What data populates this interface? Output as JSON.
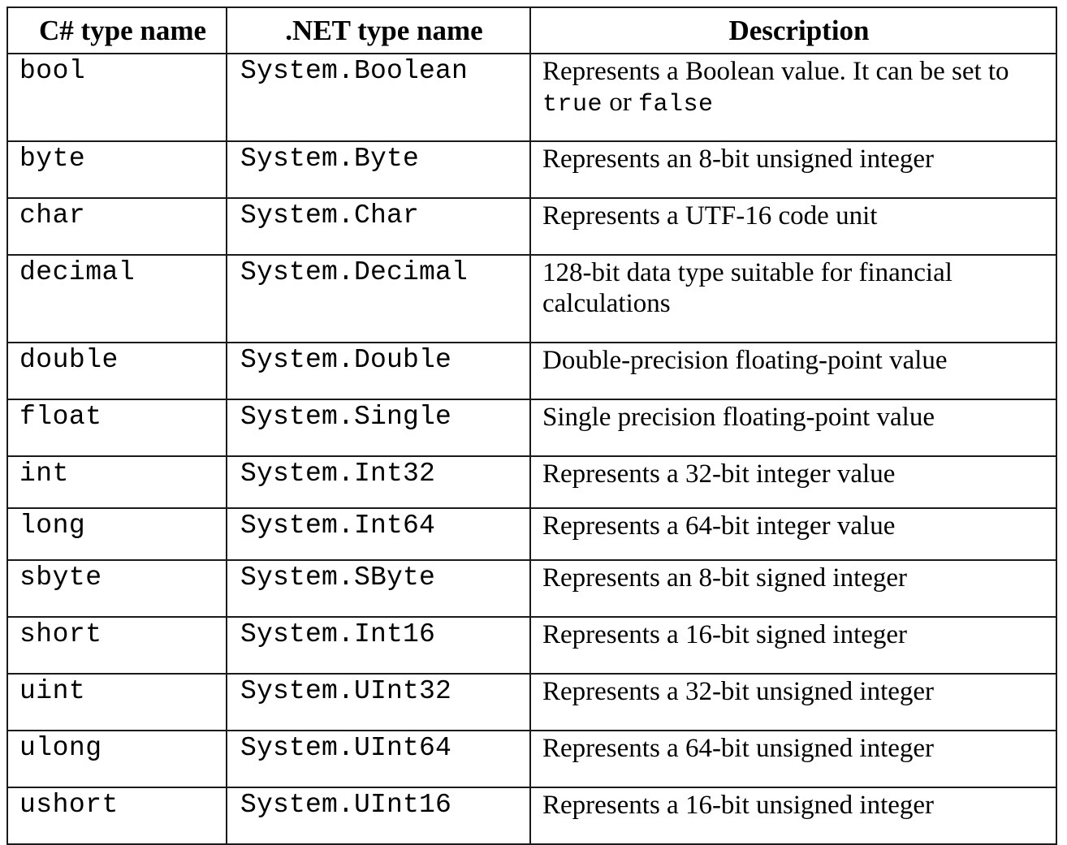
{
  "table": {
    "headers": {
      "cs": "C# type name",
      "net": ".NET type name",
      "desc": "Description"
    },
    "rows": [
      {
        "cs": "bool",
        "net": "System.Boolean",
        "desc_prefix": "Represents a Boolean value. It can be set to ",
        "desc_code1": "true",
        "desc_mid": " or ",
        "desc_code2": "false",
        "desc_suffix": "",
        "desc_plain": "Represents a Boolean value. It can be set to true or false"
      },
      {
        "cs": "byte",
        "net": "System.Byte",
        "desc_plain": "Represents an 8-bit unsigned integer"
      },
      {
        "cs": "char",
        "net": "System.Char",
        "desc_plain": "Represents a UTF-16 code unit"
      },
      {
        "cs": "decimal",
        "net": "System.Decimal",
        "desc_plain": "128-bit data type suitable for financial calculations"
      },
      {
        "cs": "double",
        "net": "System.Double",
        "desc_plain": "Double-precision floating-point value"
      },
      {
        "cs": "float",
        "net": "System.Single",
        "desc_plain": "Single precision floating-point value"
      },
      {
        "cs": "int",
        "net": "System.Int32",
        "desc_plain": "Represents a 32-bit integer value"
      },
      {
        "cs": "long",
        "net": "System.Int64",
        "desc_plain": "Represents a 64-bit integer value"
      },
      {
        "cs": "sbyte",
        "net": "System.SByte",
        "desc_plain": "Represents an 8-bit signed integer"
      },
      {
        "cs": "short",
        "net": "System.Int16",
        "desc_plain": "Represents a 16-bit signed integer"
      },
      {
        "cs": "uint",
        "net": "System.UInt32",
        "desc_plain": "Represents a 32-bit unsigned integer"
      },
      {
        "cs": "ulong",
        "net": "System.UInt64",
        "desc_plain": "Represents a 64-bit unsigned integer"
      },
      {
        "cs": "ushort",
        "net": "System.UInt16",
        "desc_plain": "Represents a 16-bit unsigned integer"
      }
    ]
  },
  "colors": {
    "border": "#1a1a1a",
    "text": "#000000",
    "background": "#ffffff"
  }
}
